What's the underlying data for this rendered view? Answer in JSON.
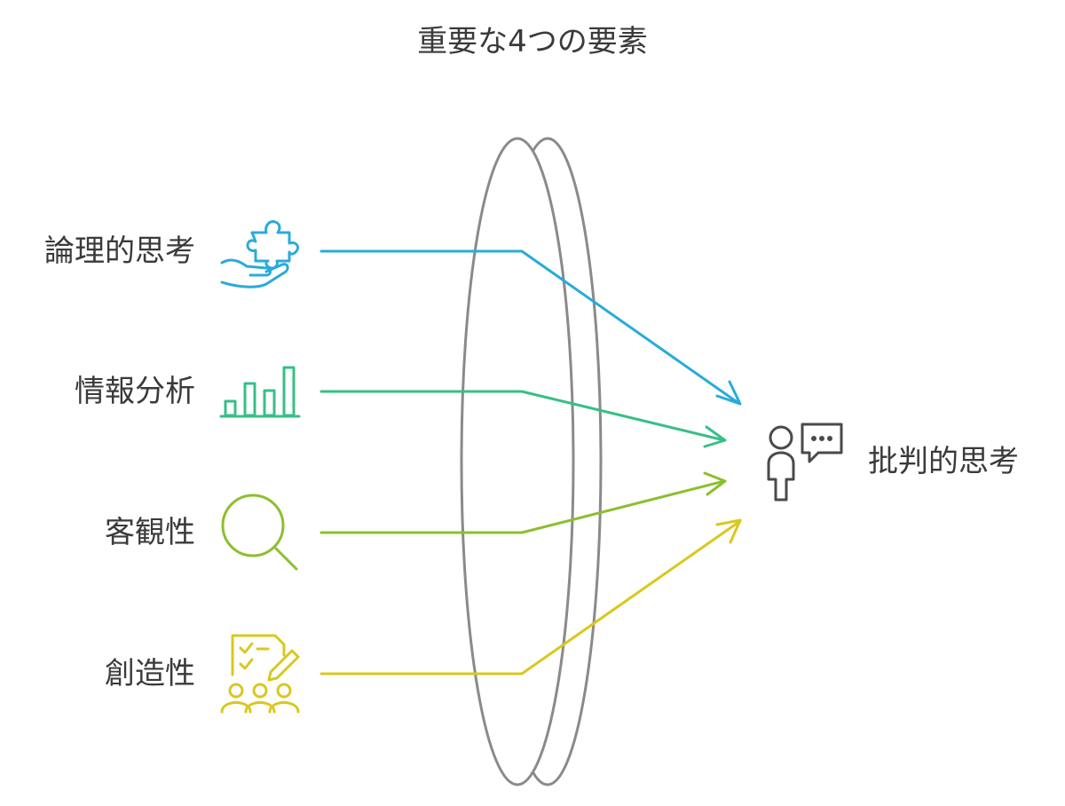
{
  "title": "重要な4つの要素",
  "inputs": [
    {
      "label": "論理的思考",
      "icon": "puzzle-hand-icon",
      "color": "#29abd9"
    },
    {
      "label": "情報分析",
      "icon": "bar-chart-icon",
      "color": "#37bf87"
    },
    {
      "label": "客観性",
      "icon": "magnifier-icon",
      "color": "#8cbf2e"
    },
    {
      "label": "創造性",
      "icon": "brainstorm-group-icon",
      "color": "#d9c81e"
    }
  ],
  "output": {
    "label": "批判的思考",
    "icon": "person-speech-icon",
    "color": "#4a4a4a"
  },
  "lens_color": "#8a8a8a"
}
